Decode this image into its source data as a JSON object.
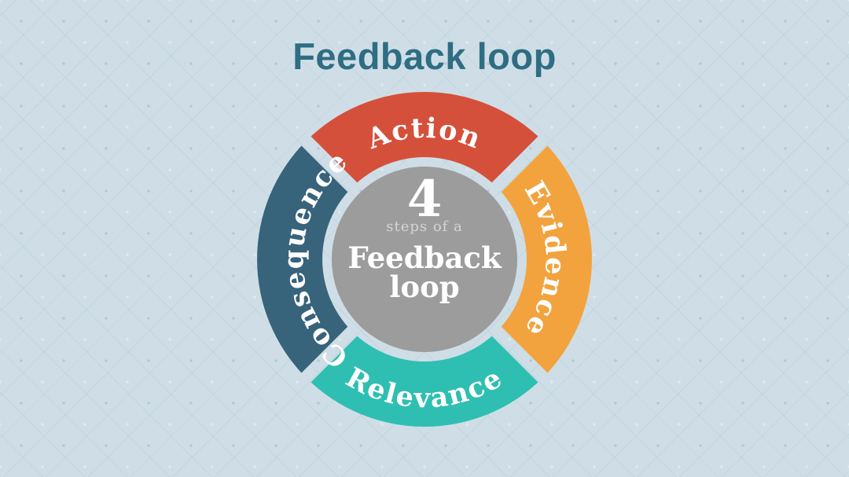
{
  "title": "Feedback loop",
  "colors": {
    "background": "#cfdee6",
    "title_text": "#2e6d83",
    "center_circle": "#9c9c9c",
    "center_text": "#ffffff",
    "center_subtitle_text": "#d3d6d6",
    "label_text": "#ffffff"
  },
  "diagram": {
    "center": {
      "number": "4",
      "subtitle": "steps of a",
      "label_line1": "Feedback",
      "label_line2": "loop"
    },
    "segments": [
      {
        "label": "Action",
        "position": "top",
        "color": "#d5503a"
      },
      {
        "label": "Evidence",
        "position": "right",
        "color": "#f2a33e"
      },
      {
        "label": "Relevance",
        "position": "bottom",
        "color": "#2ebfb2"
      },
      {
        "label": "Consequence",
        "position": "left",
        "color": "#37637b"
      }
    ]
  }
}
